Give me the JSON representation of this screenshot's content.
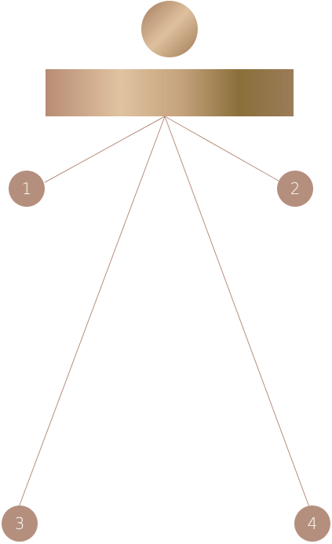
{
  "colors": {
    "node_fill": "#b58f7e",
    "connector": "#b58f7e",
    "label": "#ffffff",
    "gradient_rose": "#b88c74",
    "gradient_champagne": "#e0c3a0",
    "gradient_bronze": "#8a6f3a",
    "gradient_taupe": "#9b7c58"
  },
  "icons": {
    "top_circle": "gradient-circle-icon",
    "bar": "gradient-bar-icon"
  },
  "nodes": [
    {
      "id": "node-1",
      "label": "1"
    },
    {
      "id": "node-2",
      "label": "2"
    },
    {
      "id": "node-3",
      "label": "3"
    },
    {
      "id": "node-4",
      "label": "4"
    }
  ]
}
